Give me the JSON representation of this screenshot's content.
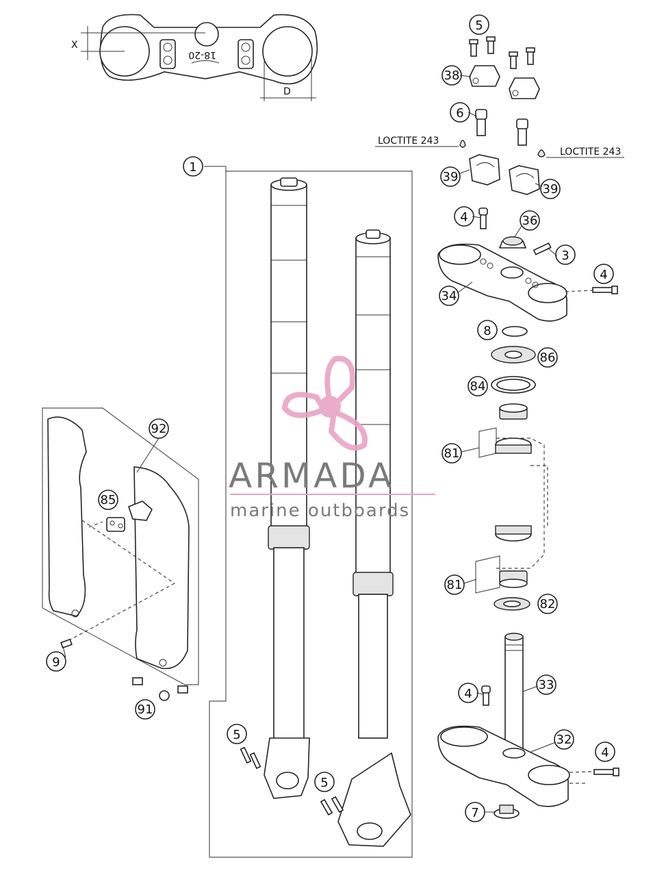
{
  "dimension_labels": {
    "x": "X",
    "d": "D"
  },
  "clamp_markings": {
    "part_number": "18-20"
  },
  "loctite": {
    "left": "LOCTITE 243",
    "right": "LOCTITE 243"
  },
  "watermark": {
    "brand": "ARMADA",
    "tagline": "marine outboards",
    "accent_color": "#e8a4c4",
    "text_color": "#7a7a7a"
  },
  "callouts": {
    "c1": "1",
    "c5a": "5",
    "c38": "38",
    "c6": "6",
    "c39a": "39",
    "c39b": "39",
    "c4a": "4",
    "c36": "36",
    "c3": "3",
    "c4b": "4",
    "c34": "34",
    "c8": "8",
    "c86": "86",
    "c84": "84",
    "c81a": "81",
    "c81b": "81",
    "c82": "82",
    "c92": "92",
    "c85": "85",
    "c9": "9",
    "c91": "91",
    "c5b": "5",
    "c5c": "5",
    "c33": "33",
    "c4c": "4",
    "c32": "32",
    "c4d": "4",
    "c7": "7"
  }
}
